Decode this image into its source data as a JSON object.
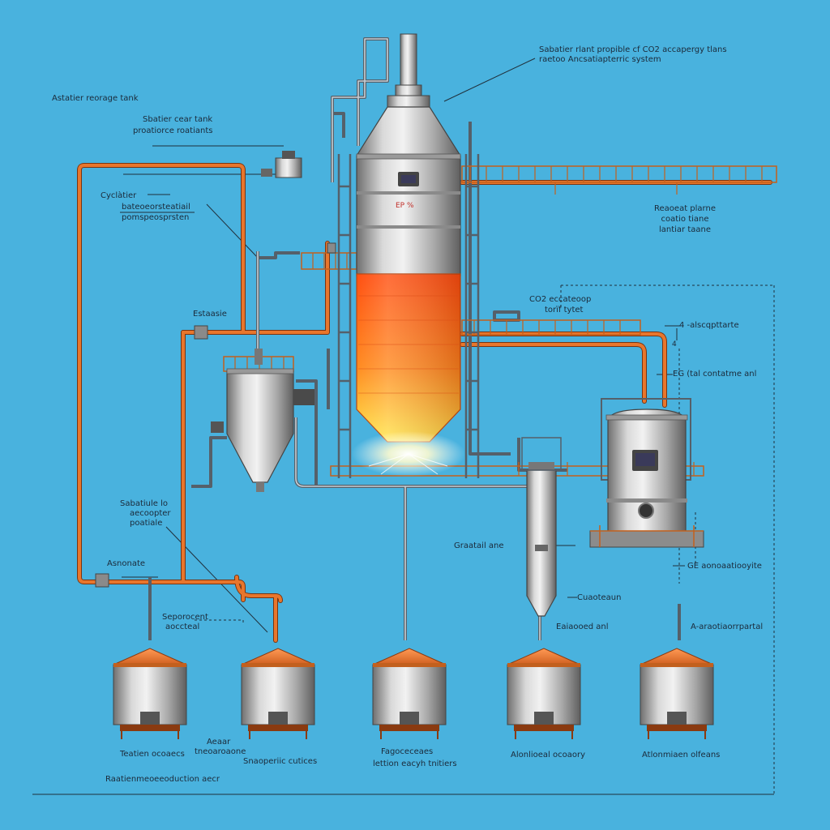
{
  "labels": {
    "title_line1": "Sabatier rlant propible cf CO2 accapergy tlans",
    "title_line2": "raetoo Ancsatiapterric system",
    "storage_tank": "Astatier reorage tank",
    "sabatier_tank_l1": "Sbatier cear tank",
    "sabatier_tank_l2": "proatiorce roatiants",
    "cycl_l1": "Cyclàtier",
    "cycl_l2": "bateoeorsteatiail",
    "cycl_l3": "pomspeosprsten",
    "e_label": "Estaasie",
    "sabat_l1": "Sabatiule lo",
    "sabat_l2": "aecoopter",
    "sabat_l3": "poatiale",
    "asnonate": "Asnonate",
    "seprocent_l1": "Seporocent",
    "seprocent_l2": "aoccteal",
    "right_top_l1": "Reaoeat plarne",
    "right_top_l2": "coatio tiane",
    "right_top_l3": "lantiar taane",
    "co_l1": "CO2 eccateoop",
    "co_l2": "torïf tytet",
    "g_label": "4 -alscqpttarte",
    "g_sub": "4",
    "eg_label": "EG (tal contatme anl",
    "gas_label": "Graatail ane",
    "dot_label": "Cuaoteaun",
    "mid_right_label": "Eaiaooed anl",
    "far_right_label": "A-araotiaorrpartal",
    "bottom_right_label": "GE aonoaatiooyite",
    "tank_logo": "EP %",
    "bottom_labels": [
      "Teatien ocoaecs",
      "Aeaar",
      "tneoaroaone",
      "Snaoperiic cutices",
      "Fagoceceaes",
      "lettion eacyh tnitiers",
      "Alonlioeal ocoaory",
      "Atlonmiaen olfeans"
    ],
    "footer": "Raatienmeoeeoduction aecr"
  },
  "colors": {
    "background": "#49b2de",
    "pipe": "#e0702a",
    "steel_light": "#d8d8d8",
    "steel_dark": "#7d7d7d",
    "reactor_hot": "#ff5a14",
    "reactor_glow": "#ffe04a",
    "label_text": "#1b2a3a"
  }
}
